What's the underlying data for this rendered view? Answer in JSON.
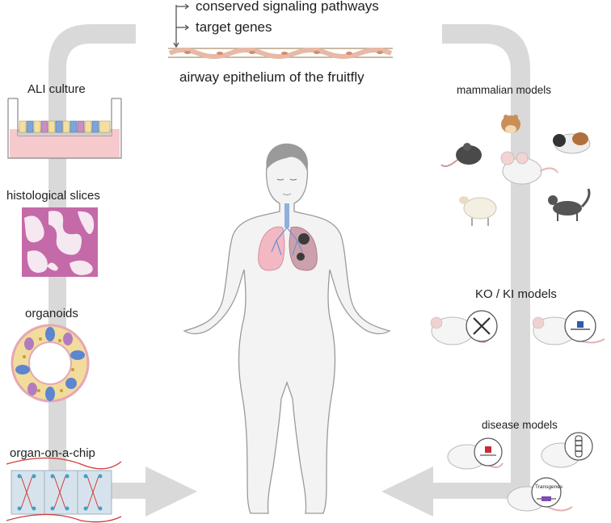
{
  "top": {
    "bullet_1": "conserved signaling pathways",
    "bullet_2": "target genes",
    "caption": "airway epithelium of the fruitfly"
  },
  "left": {
    "ali_culture": "ALI culture",
    "histological_slices": "histological slices",
    "organoids": "organoids",
    "organ_on_chip": "organ-on-a-chip"
  },
  "right": {
    "mammalian_models": "mammalian models",
    "ko_ki_models": "KO / KI models",
    "disease_models": "disease models",
    "transgenes": "Transgenes"
  },
  "colors": {
    "arrow_gray": "#d9d9d9",
    "body_fill": "#f3f3f3",
    "body_stroke": "#9a9a9a",
    "lung_pink": "#f2b8c4",
    "tissue_purple": "#c56aa8",
    "medium_pink": "#f6c9cc",
    "cell_blue": "#4f7ec9"
  }
}
